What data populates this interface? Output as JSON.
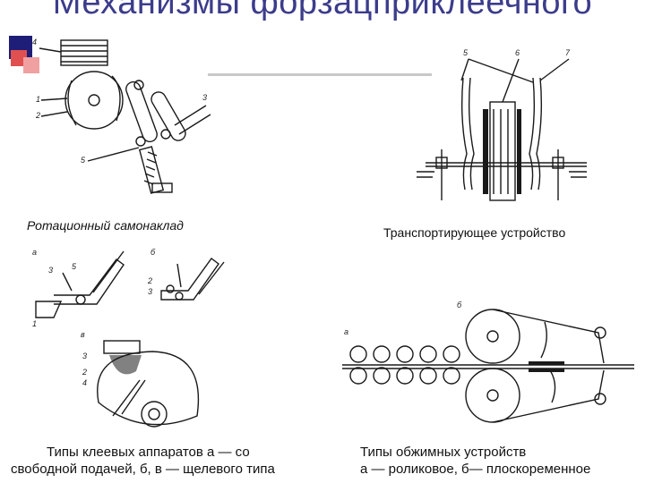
{
  "slide": {
    "title": "Механизмы форзацприклеечного",
    "colors": {
      "title": "#3c3c8c",
      "accent_dark": "#1e1e78",
      "accent_red": "#e05050",
      "accent_pink": "#f0a0a0"
    }
  },
  "figures": {
    "rotary_feeder": {
      "caption": "Ротационный самонаклад",
      "labels": [
        "4",
        "1",
        "2",
        "3",
        "5"
      ]
    },
    "transport_device": {
      "caption": "Транспортирующее устройство",
      "labels": [
        "5",
        "6",
        "7"
      ]
    },
    "glue_apparatus": {
      "caption_line1": "Типы клеевых аппаратов а — со",
      "caption_line2": "свободной подачей, б, в — щелевого типа",
      "labels": [
        "а",
        "б",
        "в",
        "3",
        "5",
        "1",
        "2",
        "3",
        "3",
        "2",
        "4"
      ]
    },
    "pressing_devices": {
      "caption_line1": "Типы обжимных устройств",
      "caption_line2": "а — роликовое, б— плоскоременное",
      "labels": [
        "а",
        "б"
      ]
    }
  }
}
